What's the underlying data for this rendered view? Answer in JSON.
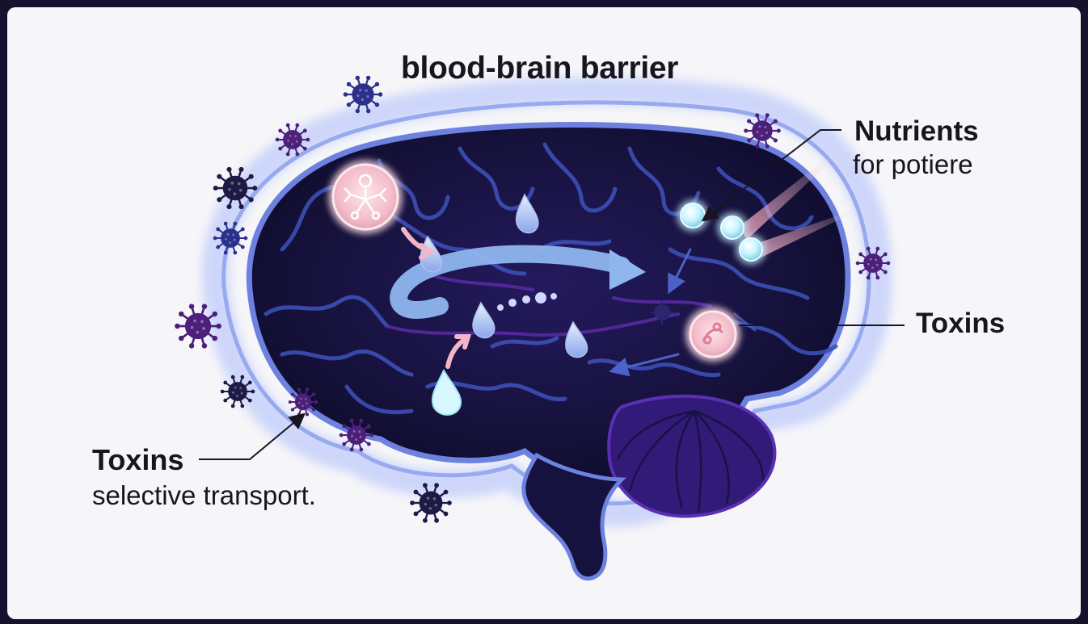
{
  "diagram": {
    "title": "blood-brain barrier",
    "labels": {
      "nutrients_title": "Nutrients",
      "nutrients_sub": "for potiere",
      "toxins_right": "Toxins",
      "toxins_left_title": "Toxins",
      "toxins_left_sub": "selective transport."
    },
    "colors": {
      "background": "#f6f6f8",
      "outer_frame": "#15122e",
      "brain_fill": "#16123f",
      "barrier_glow": "#7a8fe8",
      "vessel": "#3a4fb8",
      "cerebellum": "#3a1f86",
      "virus_dark": "#1e1a45",
      "virus_purple": "#4c1f7a",
      "virus_blue": "#2b318a",
      "pink_marker": "#f4c2cf",
      "nutrient_bubble": "#bff0fb",
      "arrow_blue": "#8fb6ef"
    },
    "icons": {
      "top_left_marker": "molecule-icon",
      "right_marker": "bacteria-icon",
      "particles": "virus-icon"
    }
  }
}
